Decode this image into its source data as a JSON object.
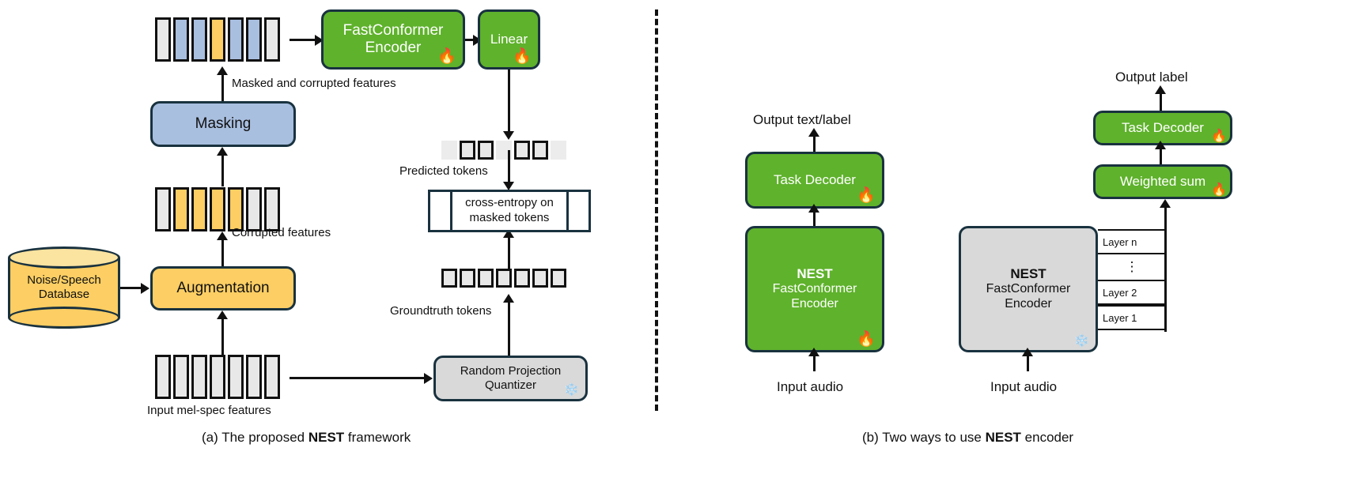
{
  "figure": {
    "panel_a": {
      "caption_prefix": "(a) The proposed ",
      "caption_bold": "NEST",
      "caption_suffix": " framework",
      "boxes": {
        "fastconformer_encoder_line1": "FastConformer",
        "fastconformer_encoder_line2": "Encoder",
        "linear": "Linear",
        "masking": "Masking",
        "augmentation": "Augmentation",
        "database_line1": "Noise/Speech",
        "database_line2": "Database",
        "quantizer_line1": "Random Projection",
        "quantizer_line2": "Quantizer",
        "loss_line1": "cross-entropy on",
        "loss_line2": "masked tokens"
      },
      "labels": {
        "masked_corrupted": "Masked and corrupted features",
        "corrupted": "Corrupted features",
        "input_mel": "Input mel-spec features",
        "predicted_tokens": "Predicted tokens",
        "groundtruth_tokens": "Groundtruth tokens"
      },
      "token_rows": {
        "masked_and_corrupted": [
          "gray",
          "blue",
          "blue",
          "amber",
          "blue",
          "blue",
          "gray"
        ],
        "corrupted": [
          "gray",
          "amber",
          "amber",
          "amber",
          "amber",
          "gray",
          "gray"
        ],
        "input_mel": [
          "gray",
          "gray",
          "gray",
          "gray",
          "gray",
          "gray",
          "gray"
        ],
        "predicted": [
          "ghost",
          "gray",
          "gray",
          "ghost",
          "gray",
          "gray",
          "ghost"
        ],
        "groundtruth": [
          "gray",
          "gray",
          "gray",
          "gray",
          "gray",
          "gray",
          "gray"
        ]
      },
      "icons": {
        "fastconformer_state": "fire-icon",
        "linear_state": "fire-icon",
        "quantizer_state": "snowflake-icon"
      }
    },
    "panel_b": {
      "caption_prefix": "(b) Two ways to use ",
      "caption_bold": "NEST",
      "caption_suffix": " encoder",
      "left": {
        "output_label": "Output text/label",
        "task_decoder": "Task Decoder",
        "encoder_bold": "NEST",
        "encoder_line2": "FastConformer",
        "encoder_line3": "Encoder",
        "input_label": "Input audio",
        "task_decoder_state": "fire-icon",
        "encoder_state": "fire-icon"
      },
      "right": {
        "output_label": "Output label",
        "task_decoder": "Task Decoder",
        "weighted_sum": "Weighted sum",
        "encoder_bold": "NEST",
        "encoder_line2": "FastConformer",
        "encoder_line3": "Encoder",
        "input_label": "Input audio",
        "task_decoder_state": "fire-icon",
        "weighted_sum_state": "fire-icon",
        "encoder_state": "snowflake-icon",
        "layers": [
          "Layer n",
          "⋮",
          "Layer 2",
          "Layer 1"
        ]
      }
    },
    "colors": {
      "green": "#5fb22c",
      "blue": "#a9bfe0",
      "amber": "#fcce63",
      "gray": "#d9d9d9",
      "token_gray": "#e8e8e8",
      "outline": "#19323f",
      "stroke": "#111111"
    },
    "icon_glyphs": {
      "fire-icon": "🔥",
      "snowflake-icon": "❄️"
    }
  }
}
